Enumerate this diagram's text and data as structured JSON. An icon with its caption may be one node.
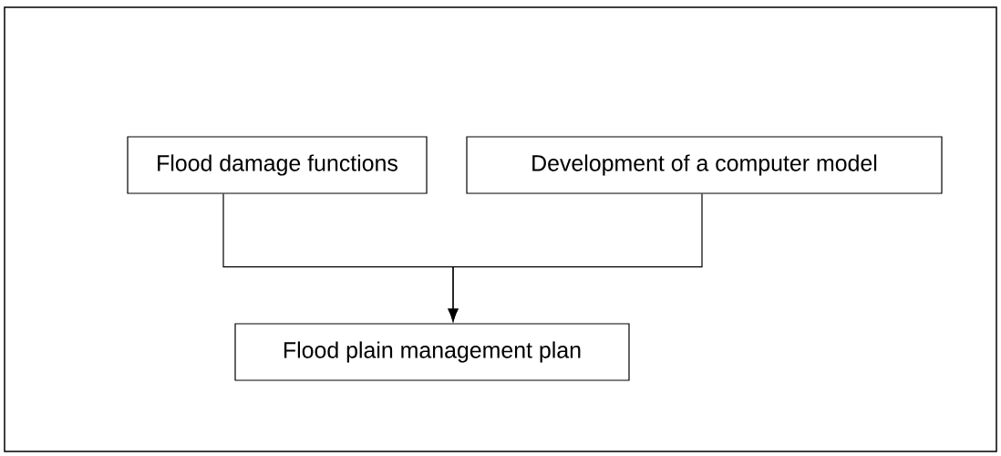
{
  "diagram": {
    "nodes": [
      {
        "text": [
          "Flood damage functions"
        ]
      },
      {
        "text": [
          "Development of a computer model"
        ]
      },
      {
        "text": [
          "Flood plain management plan"
        ]
      }
    ],
    "edges": [
      {
        "from": 0,
        "to": 2,
        "arrow": "to"
      },
      {
        "from": 1,
        "to": 2,
        "arrow": "to"
      }
    ]
  }
}
